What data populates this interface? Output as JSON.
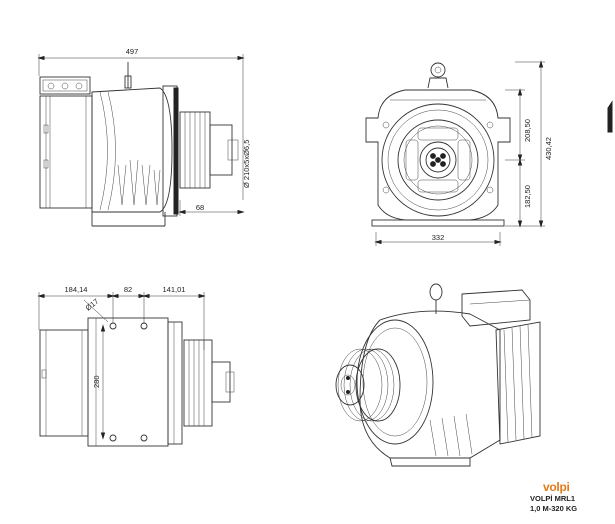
{
  "dimensions": {
    "top_width": "497",
    "shaft": "Ø 210x5xØ6,5",
    "offset_68": "68",
    "height_upper": "208,50",
    "height_total": "430,42",
    "height_lower": "182,50",
    "front_width": "332",
    "bottom_left": "184,14",
    "bottom_mid": "82",
    "bottom_right": "141,01",
    "hole_dia": "Ø17",
    "bolt_span": "280"
  },
  "brand": {
    "logo": "volpi",
    "model": "VOLPİ MRL1",
    "spec": "1,0 M-320 KG"
  },
  "colors": {
    "logo": "#e07b1a",
    "line": "#333333"
  }
}
